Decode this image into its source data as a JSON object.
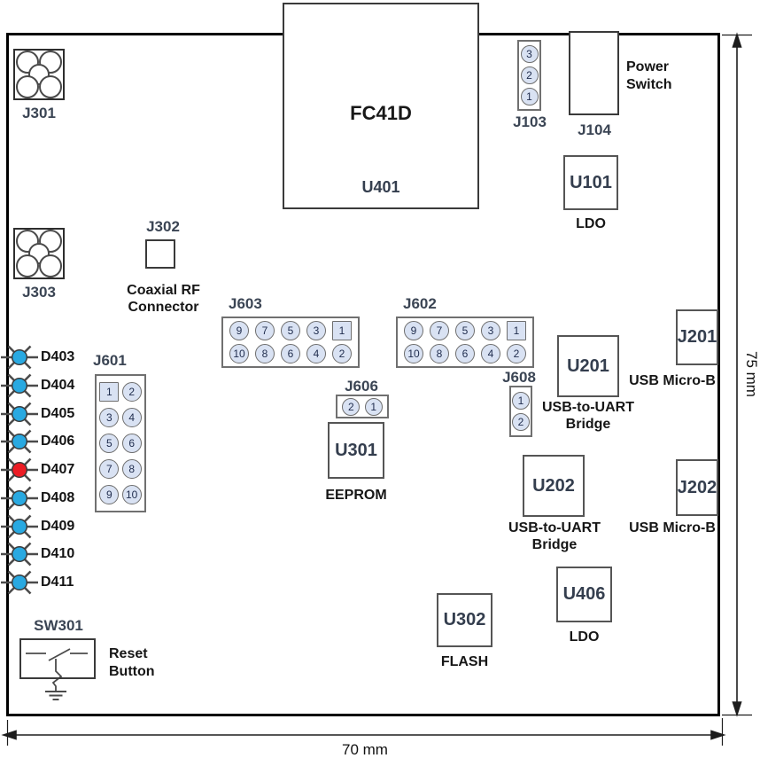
{
  "module": {
    "name": "FC41D",
    "ref": "U401"
  },
  "rf": {
    "j301": {
      "ref": "J301"
    },
    "j303": {
      "ref": "J303"
    },
    "j302": {
      "ref": "J302",
      "desc": "Coaxial RF\nConnector"
    }
  },
  "power": {
    "j103": {
      "ref": "J103",
      "pins": [
        "3",
        "2",
        "1"
      ]
    },
    "j104": {
      "ref": "J104",
      "desc": "Power\nSwitch"
    },
    "u101": {
      "ref": "U101",
      "desc": "LDO"
    },
    "u406": {
      "ref": "U406",
      "desc": "LDO"
    }
  },
  "headers": {
    "j601": {
      "ref": "J601",
      "pins": [
        "1",
        "2",
        "3",
        "4",
        "5",
        "6",
        "7",
        "8",
        "9",
        "10"
      ],
      "square_pin": "1"
    },
    "j603": {
      "ref": "J603",
      "top_pins": [
        "9",
        "7",
        "5",
        "3",
        "1"
      ],
      "bottom_pins": [
        "10",
        "8",
        "6",
        "4",
        "2"
      ],
      "square_pin": "1"
    },
    "j602": {
      "ref": "J602",
      "top_pins": [
        "9",
        "7",
        "5",
        "3",
        "1"
      ],
      "bottom_pins": [
        "10",
        "8",
        "6",
        "4",
        "2"
      ],
      "square_pin": "1"
    },
    "j606": {
      "ref": "J606",
      "pins": [
        "2",
        "1"
      ]
    },
    "j608": {
      "ref": "J608",
      "pins": [
        "1",
        "2"
      ]
    }
  },
  "usb": {
    "u201": {
      "ref": "U201",
      "desc": "USB-to-UART\nBridge"
    },
    "u202": {
      "ref": "U202",
      "desc": "USB-to-UART\nBridge"
    },
    "j201": {
      "ref": "J201",
      "desc": "USB Micro-B"
    },
    "j202": {
      "ref": "J202",
      "desc": "USB Micro-B"
    }
  },
  "memory": {
    "u301": {
      "ref": "U301",
      "desc": "EEPROM"
    },
    "u302": {
      "ref": "U302",
      "desc": "FLASH"
    }
  },
  "reset": {
    "sw301": {
      "ref": "SW301",
      "desc": "Reset\nButton"
    }
  },
  "leds": [
    {
      "ref": "D403",
      "color": "blue"
    },
    {
      "ref": "D404",
      "color": "blue"
    },
    {
      "ref": "D405",
      "color": "blue"
    },
    {
      "ref": "D406",
      "color": "blue"
    },
    {
      "ref": "D407",
      "color": "red"
    },
    {
      "ref": "D408",
      "color": "blue"
    },
    {
      "ref": "D409",
      "color": "blue"
    },
    {
      "ref": "D410",
      "color": "blue"
    },
    {
      "ref": "D411",
      "color": "blue"
    }
  ],
  "dimensions": {
    "width": "70 mm",
    "height": "75 mm"
  },
  "colors": {
    "led_blue": "#29A9E1",
    "led_red": "#EC1C24",
    "pin_fill": "#D9E2F3"
  }
}
